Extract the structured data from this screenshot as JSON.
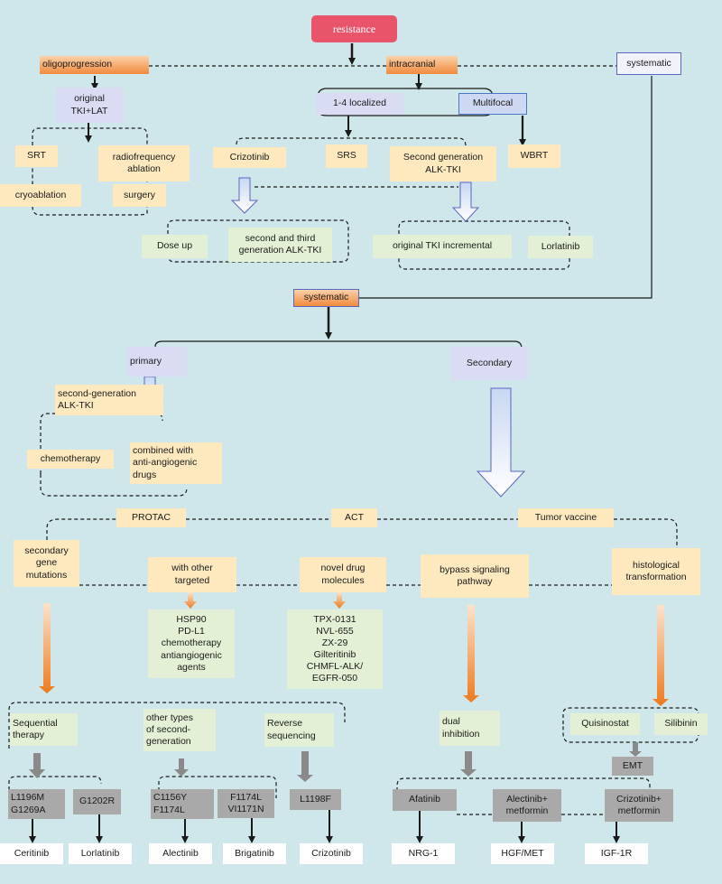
{
  "colors": {
    "background": "#cfe6ea",
    "root": "#e8556a",
    "orange": "#f08a3e",
    "yellow_box": "#fde9bd",
    "green_box": "#e3f0d5",
    "gray_box": "#a9a9a9",
    "lavender": "#d9dcf2",
    "connector": "#1a1a1a"
  },
  "root": "resistance",
  "branches": {
    "oligoprogression": "oligoprogression",
    "intracranial": "intracranial",
    "systematic": "systematic"
  },
  "oligo": {
    "original": "original\nTKI+LAT",
    "srt": "SRT",
    "rfa": "radiofrequency\nablation",
    "cryo": "cryoablation",
    "surgery": "surgery"
  },
  "intra": {
    "localized": "1-4 localized",
    "multifocal": "Multifocal",
    "crizotinib": "Crizotinib",
    "srs": "SRS",
    "second_gen": "Second generation\nALK-TKI",
    "wbrt": "WBRT",
    "dose_up": "Dose up",
    "second_third": "second and third\ngeneration ALK-TKI",
    "orig_incr": "original TKI incremental",
    "lorlatinib": "Lorlatinib"
  },
  "sys": {
    "title": "systematic",
    "primary": "primary",
    "secondary": "Secondary",
    "second_gen_alk": "second-generation\nALK-TKI",
    "chemo": "chemotherapy",
    "combined": "combined with\nanti-angiogenic\ndrugs"
  },
  "strategies": {
    "protac": "PROTAC",
    "act": "ACT",
    "vaccine": "Tumor vaccine"
  },
  "mechanisms": {
    "secondary_mut": "secondary\ngene\nmutations",
    "other_targeted": "with other\ntargeted",
    "novel": "novel drug\nmolecules",
    "bypass": "bypass signaling\npathway",
    "histo": "histological\ntransformation"
  },
  "targets_list": "HSP90\nPD-L1\nchemotherapy\nantiangiogenic\nagents",
  "novel_list": "TPX-0131\nNVL-655\nZX-29\nGilteritinib\nCHMFL-ALK/\nEGFR-050",
  "approaches": {
    "sequential": "Sequential\ntherapy",
    "other_types": "other types\nof second-\ngeneration",
    "reverse": "Reverse\nsequencing",
    "dual": "dual\ninhibition",
    "quisinostat": "Quisinostat",
    "silibinin": "Silibinin",
    "emt": "EMT"
  },
  "mutations": {
    "m1": "L1196M\nG1269A",
    "m2": "G1202R",
    "m3": "C1156Y\nF1174L",
    "m4": "F1174L\nVI1171N",
    "m5": "L1198F",
    "afatinib": "Afatinib",
    "alectinib_met": "Alectinib+\nmetformin",
    "crizotinib_met": "Crizotinib+\nmetformin"
  },
  "drugs": {
    "ceritinib": "Ceritinib",
    "lorlatinib": "Lorlatinib",
    "alectinib": "Alectinib",
    "brigatinib": "Brigatinib",
    "crizotinib": "Crizotinib",
    "nrg1": "NRG-1",
    "hgf": "HGF/MET",
    "igf": "IGF-1R"
  }
}
